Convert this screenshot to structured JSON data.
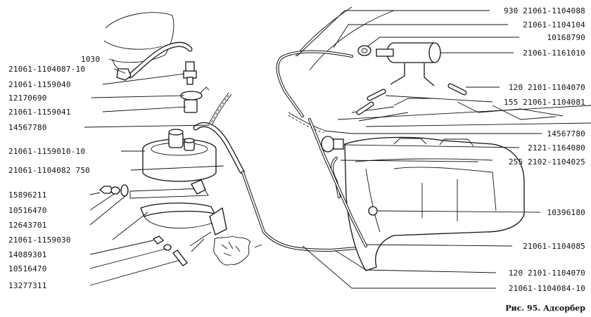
{
  "figure": {
    "caption": "Рис. 95. Адсорбер"
  },
  "labels": {
    "l1": "1030",
    "l2": "21061-1104087-10",
    "l3": "21061-1159040",
    "l4": "12170690",
    "l5": "21061-1159041",
    "l6": "14567780",
    "l7": "21061-1159010-10",
    "l8": "21061-1104082 750",
    "l9": "15896211",
    "l10": "10516470",
    "l11": "12643701",
    "l12": "21061-1159030",
    "l13": "14089301",
    "l14": "10516470",
    "l15": "13277311",
    "r1": "930  21061-1104088",
    "r2": "21061-1104104",
    "r3": "10168790",
    "r4": "21061-1161010",
    "r5": "120  2101-1104070",
    "r6": "155  21061-1104081",
    "r7": "14567780",
    "r8": "2121-1164080",
    "r9": "255  2102-1104025",
    "r10": "10396180",
    "r11": "21061-1104085",
    "r12": "120  2101-1104070",
    "r13": "21061-1104084-10"
  }
}
